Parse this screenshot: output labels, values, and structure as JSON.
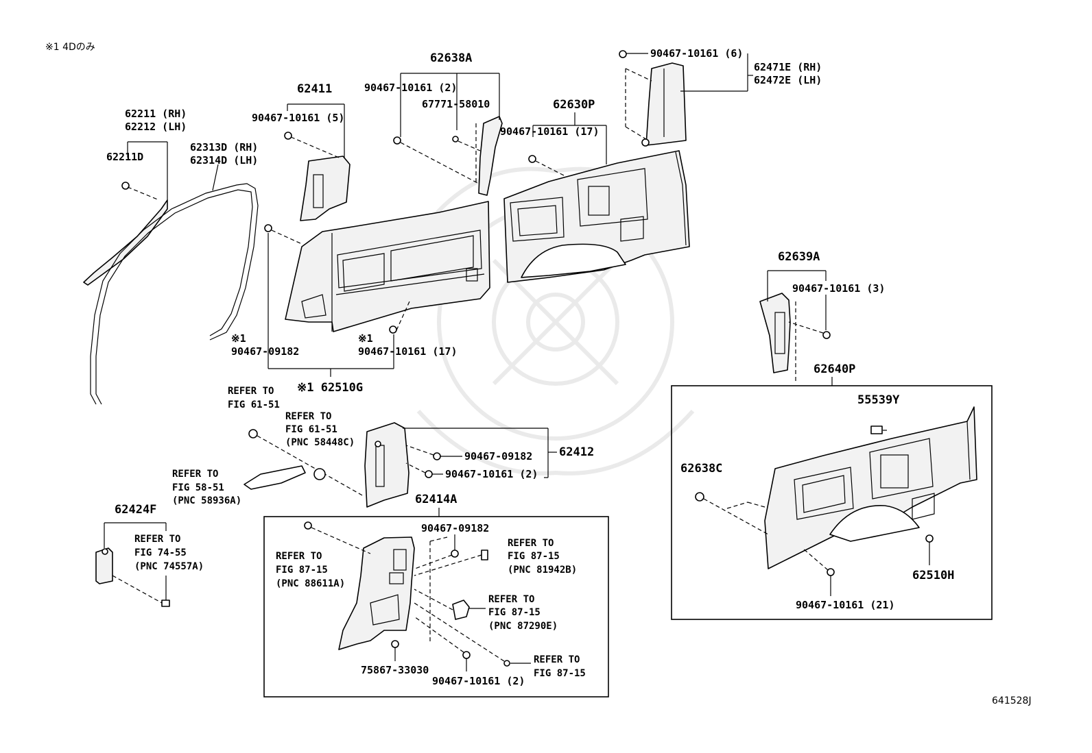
{
  "note_top": "※1 4Dのみ",
  "diagram_id": "641528J",
  "labels": {
    "p62211": "62211 (RH)",
    "p62212": "62212 (LH)",
    "p62211D": "62211D",
    "p62313D": "62313D (RH)",
    "p62314D": "62314D (LH)",
    "p62411": "62411",
    "f_5": "90467-10161 (5)",
    "p62638A": "62638A",
    "f_2a": "90467-10161 (2)",
    "p67771": "67771-58010",
    "p62630P": "62630P",
    "f_17a": "90467-10161 (17)",
    "f_6": "90467-10161 (6)",
    "p62471E": "62471E (RH)",
    "p62472E": "62472E (LH)",
    "m1a": "※1",
    "f_09182a": "90467-09182",
    "m1b": "※1",
    "f_17b": "90467-10161 (17)",
    "p62510G": "※1 62510G",
    "p62639A": "62639A",
    "f_3": "90467-10161 (3)",
    "p62640P": "62640P",
    "p55539Y": "55539Y",
    "p62638C": "62638C",
    "p62510H": "62510H",
    "f_21": "90467-10161 (21)",
    "p62412": "62412",
    "f_09182b": "90467-09182",
    "f_2b": "90467-10161 (2)",
    "p62414A": "62414A",
    "f_09182c": "90467-09182",
    "p75867": "75867-33030",
    "f_2c": "90467-10161 (2)",
    "p62424F": "62424F"
  },
  "refs": {
    "r1_1": "REFER TO",
    "r1_2": "FIG 61-51",
    "r2_1": "REFER TO",
    "r2_2": "FIG 61-51",
    "r2_3": "(PNC 58448C)",
    "r3_1": "REFER TO",
    "r3_2": "FIG 58-51",
    "r3_3": "(PNC 58936A)",
    "r4_1": "REFER TO",
    "r4_2": "FIG 74-55",
    "r4_3": "(PNC 74557A)",
    "r5_1": "REFER TO",
    "r5_2": "FIG 87-15",
    "r5_3": "(PNC 88611A)",
    "r6_1": "REFER TO",
    "r6_2": "FIG 87-15",
    "r6_3": "(PNC 81942B)",
    "r7_1": "REFER TO",
    "r7_2": "FIG 87-15",
    "r7_3": "(PNC 87290E)",
    "r8_1": "REFER TO",
    "r8_2": "FIG 87-15"
  }
}
